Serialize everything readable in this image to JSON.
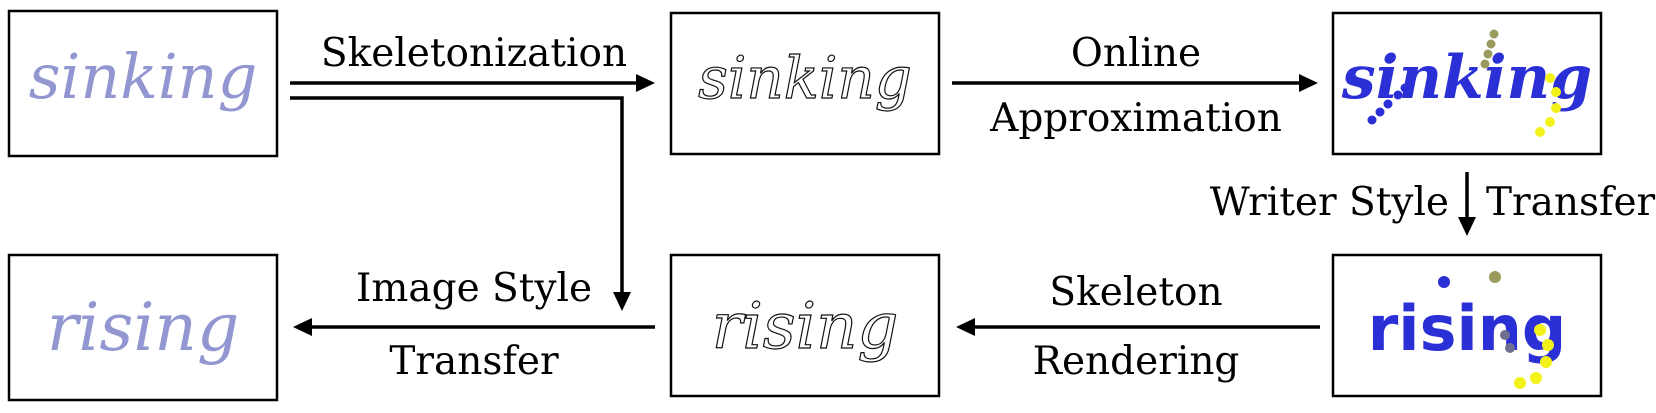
{
  "steps": {
    "skeletonization": "Skeletonization",
    "online": "Online",
    "approximation": "Approximation",
    "writer_style_left": "Writer Style",
    "writer_style_right": "Transfer",
    "image_style": "Image Style",
    "image_transfer": "Transfer",
    "skeleton": "Skeleton",
    "rendering": "Rendering"
  },
  "samples": {
    "source_word": "sinking",
    "target_word": "rising"
  },
  "colors": {
    "ink_blue": "#7f86c9",
    "stroke_black": "#111111",
    "series_blue": "#2b2fd6",
    "series_olive": "#9a9a5c",
    "series_yellow": "#f2f21a",
    "series_gray": "#6e7090"
  }
}
